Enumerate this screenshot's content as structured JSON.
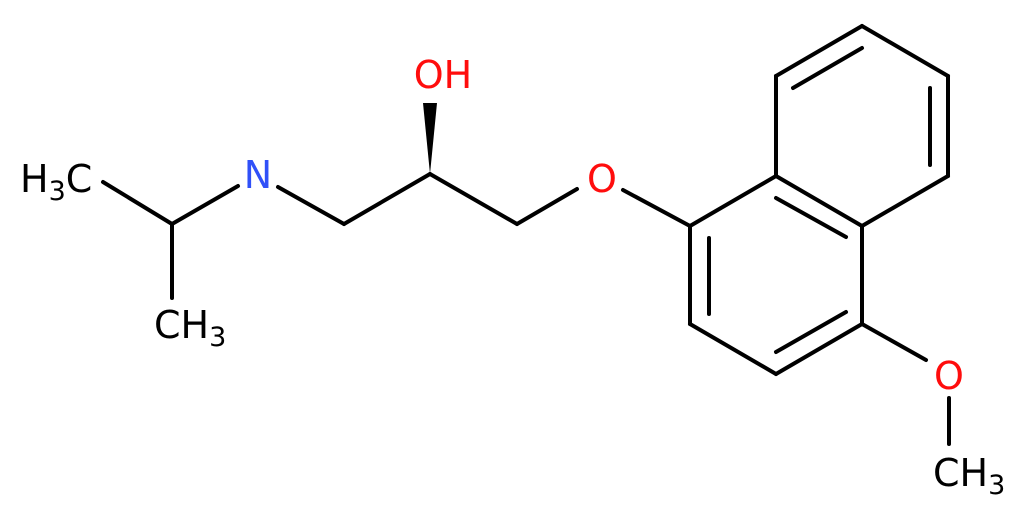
{
  "molecule": {
    "atoms": {
      "ch3_top": {
        "main": "H",
        "sub": "3",
        "tail": "C"
      },
      "ch3_bottom": {
        "main": "CH",
        "sub": "3"
      },
      "amine_n": {
        "main": "N"
      },
      "hydroxyl": {
        "main": "OH"
      },
      "ether_o": {
        "main": "O"
      },
      "methoxy_o": {
        "main": "O"
      },
      "methoxy_ch3": {
        "main": "CH",
        "sub": "3"
      }
    },
    "stereo_bond": "wedge",
    "colors": {
      "carbon_bonds": "#000000",
      "nitrogen": "#3050F8",
      "oxygen": "#FF0D0D"
    }
  }
}
